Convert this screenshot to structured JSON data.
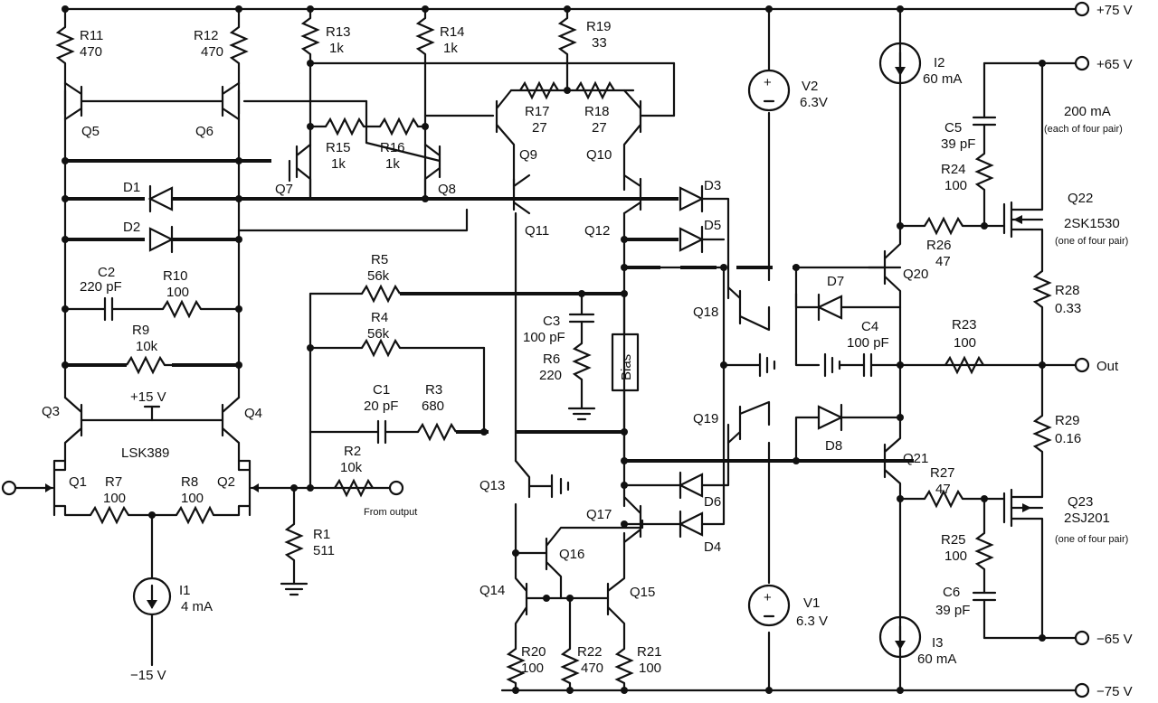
{
  "rails": {
    "pos75": "+75 V",
    "pos65": "+65 V",
    "neg65": "−65 V",
    "neg75": "−75 V",
    "out": "Out",
    "pos15": "+15 V",
    "neg15": "−15 V"
  },
  "resistors": [
    {
      "id": "R11",
      "name": "R11",
      "value": "470"
    },
    {
      "id": "R12",
      "name": "R12",
      "value": "470"
    },
    {
      "id": "R13",
      "name": "R13",
      "value": "1k"
    },
    {
      "id": "R14",
      "name": "R14",
      "value": "1k"
    },
    {
      "id": "R19",
      "name": "R19",
      "value": "33"
    },
    {
      "id": "R17",
      "name": "R17",
      "value": "27"
    },
    {
      "id": "R18",
      "name": "R18",
      "value": "27"
    },
    {
      "id": "R15",
      "name": "R15",
      "value": "1k"
    },
    {
      "id": "R16",
      "name": "R16",
      "value": "1k"
    },
    {
      "id": "R10",
      "name": "R10",
      "value": "100"
    },
    {
      "id": "R9",
      "name": "R9",
      "value": "10k"
    },
    {
      "id": "R5",
      "name": "R5",
      "value": "56k"
    },
    {
      "id": "R4",
      "name": "R4",
      "value": "56k"
    },
    {
      "id": "R3",
      "name": "R3",
      "value": "680"
    },
    {
      "id": "R2",
      "name": "R2",
      "value": "10k"
    },
    {
      "id": "R1",
      "name": "R1",
      "value": "511"
    },
    {
      "id": "R7",
      "name": "R7",
      "value": "100"
    },
    {
      "id": "R8",
      "name": "R8",
      "value": "100"
    },
    {
      "id": "R6",
      "name": "R6",
      "value": "220"
    },
    {
      "id": "R20",
      "name": "R20",
      "value": "100"
    },
    {
      "id": "R22",
      "name": "R22",
      "value": "470"
    },
    {
      "id": "R21",
      "name": "R21",
      "value": "100"
    },
    {
      "id": "R24",
      "name": "R24",
      "value": "100"
    },
    {
      "id": "R26",
      "name": "R26",
      "value": "47"
    },
    {
      "id": "R28",
      "name": "R28",
      "value": "0.33"
    },
    {
      "id": "R23",
      "name": "R23",
      "value": "100"
    },
    {
      "id": "R29",
      "name": "R29",
      "value": "0.16"
    },
    {
      "id": "R27",
      "name": "R27",
      "value": "47"
    },
    {
      "id": "R25",
      "name": "R25",
      "value": "100"
    }
  ],
  "capacitors": [
    {
      "id": "C2",
      "name": "C2",
      "value": "220 pF"
    },
    {
      "id": "C1",
      "name": "C1",
      "value": "20 pF"
    },
    {
      "id": "C3",
      "name": "C3",
      "value": "100 pF"
    },
    {
      "id": "C5",
      "name": "C5",
      "value": "39 pF"
    },
    {
      "id": "C4",
      "name": "C4",
      "value": "100 pF"
    },
    {
      "id": "C6",
      "name": "C6",
      "value": "39 pF"
    }
  ],
  "transistors": {
    "Q1": "Q1",
    "Q2": "Q2",
    "Q3": "Q3",
    "Q4": "Q4",
    "Q5": "Q5",
    "Q6": "Q6",
    "Q7": "Q7",
    "Q8": "Q8",
    "Q9": "Q9",
    "Q10": "Q10",
    "Q11": "Q11",
    "Q12": "Q12",
    "Q13": "Q13",
    "Q14": "Q14",
    "Q15": "Q15",
    "Q16": "Q16",
    "Q17": "Q17",
    "Q18": "Q18",
    "Q19": "Q19",
    "Q20": "Q20",
    "Q21": "Q21",
    "Q22": "Q22",
    "Q23": "Q23"
  },
  "diodes": {
    "D1": "D1",
    "D2": "D2",
    "D3": "D3",
    "D4": "D4",
    "D5": "D5",
    "D6": "D6",
    "D7": "D7",
    "D8": "D8"
  },
  "sources": {
    "I1_name": "I1",
    "I1_value": "4 mA",
    "I2_name": "I2",
    "I2_value": "60 mA",
    "I3_name": "I3",
    "I3_value": "60 mA",
    "V1_name": "V1",
    "V1_value": "6.3 V",
    "V2_name": "V2",
    "V2_value": "6.3V"
  },
  "labels": {
    "lsk389": "LSK389",
    "bias": "Bias",
    "from_output": "From output",
    "q22_part": "2SK1530",
    "q22_note": "(one of four pair)",
    "q23_part": "2SJ201",
    "q23_note": "(one of four pair)",
    "current_note": "200 mA",
    "current_note2": "(each of four pair)"
  }
}
